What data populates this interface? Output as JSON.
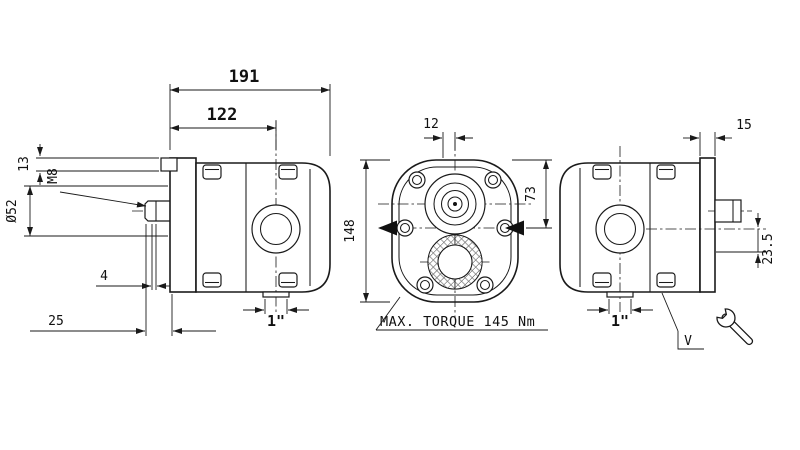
{
  "views": {
    "side_left": {
      "overall_length": "191",
      "flange_to_port": "122",
      "tab_height": "13",
      "thread": "M8",
      "pilot_diameter": "Ø52",
      "groove_width": "4",
      "shaft_length": "25",
      "port_size": "1\""
    },
    "front": {
      "offset_top": "12",
      "overall_height": "148",
      "port_axis": "73",
      "torque_note": "MAX. TORQUE 145 Nm"
    },
    "side_right": {
      "flange_width": "15",
      "port_offset": "23.5",
      "port_size": "1\"",
      "valve_label": "V"
    }
  }
}
